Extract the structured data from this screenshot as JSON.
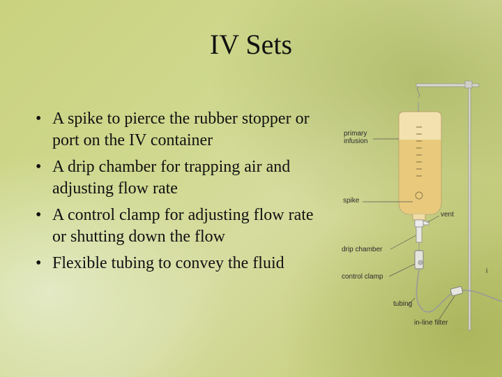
{
  "slide": {
    "title": "IV Sets",
    "bullets": [
      "A spike to pierce the rubber stopper or port on the IV container",
      "A drip chamber for trapping air and adjusting flow rate",
      "A control clamp for adjusting flow rate or shutting down the flow",
      "Flexible tubing to convey the fluid"
    ],
    "bullet_glyph": "•"
  },
  "figure": {
    "labels": {
      "primary_infusion_1": "primary",
      "primary_infusion_2": "infusion",
      "spike": "spike",
      "vent": "vent",
      "drip_chamber": "drip chamber",
      "control_clamp": "control clamp",
      "tubing": "tubing",
      "inline_filter": "in-line filter",
      "edge_mark": "i"
    },
    "colors": {
      "fluid": "#e8c877",
      "bag": "#f3e2b0",
      "label_line": "#555555"
    }
  }
}
